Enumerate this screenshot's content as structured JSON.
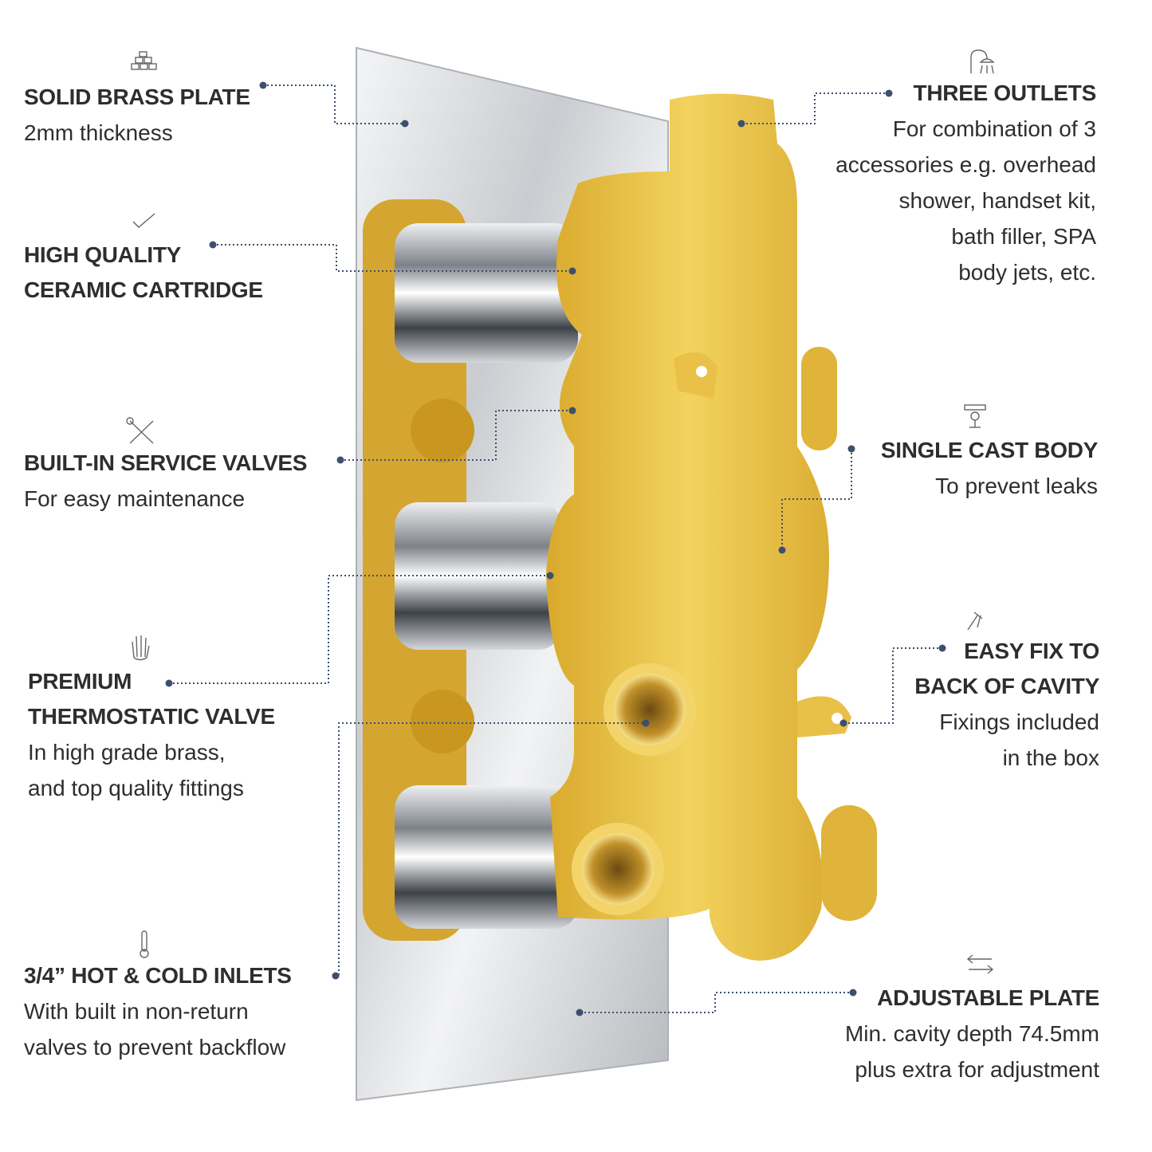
{
  "colors": {
    "brass": "#e8c24a",
    "chrome": "#d7d9dc",
    "leader": "#3d4f6e",
    "text": "#2e2e2e"
  },
  "features_left": [
    {
      "icon": "gold-bars-icon",
      "title": [
        "SOLID BRASS PLATE"
      ],
      "desc": [
        "2mm thickness"
      ]
    },
    {
      "icon": "checkmark-icon",
      "title": [
        "HIGH QUALITY",
        "CERAMIC CARTRIDGE"
      ],
      "desc": []
    },
    {
      "icon": "tools-icon",
      "title": [
        "BUILT-IN SERVICE VALVES"
      ],
      "desc": [
        "For easy maintenance"
      ]
    },
    {
      "icon": "hand-icon",
      "title": [
        "PREMIUM",
        "THERMOSTATIC VALVE"
      ],
      "desc": [
        "In high grade brass,",
        "and top quality fittings"
      ]
    },
    {
      "icon": "thermometer-icon",
      "title": [
        "3/4” HOT & COLD INLETS"
      ],
      "desc": [
        "With built in non-return",
        "valves to prevent backflow"
      ]
    }
  ],
  "features_right": [
    {
      "icon": "shower-icon",
      "title": [
        "THREE OUTLETS"
      ],
      "desc": [
        "For combination of 3",
        "accessories e.g. overhead",
        "shower, handset kit,",
        "bath filler, SPA",
        "body jets, etc."
      ]
    },
    {
      "icon": "cast-body-icon",
      "title": [
        "SINGLE CAST BODY"
      ],
      "desc": [
        "To prevent leaks"
      ]
    },
    {
      "icon": "screw-icon",
      "title": [
        "EASY FIX TO",
        "BACK OF CAVITY"
      ],
      "desc": [
        "Fixings included",
        "in the box"
      ]
    },
    {
      "icon": "arrows-icon",
      "title": [
        "ADJUSTABLE PLATE"
      ],
      "desc": [
        "Min. cavity depth 74.5mm",
        "plus extra for adjustment"
      ]
    }
  ]
}
